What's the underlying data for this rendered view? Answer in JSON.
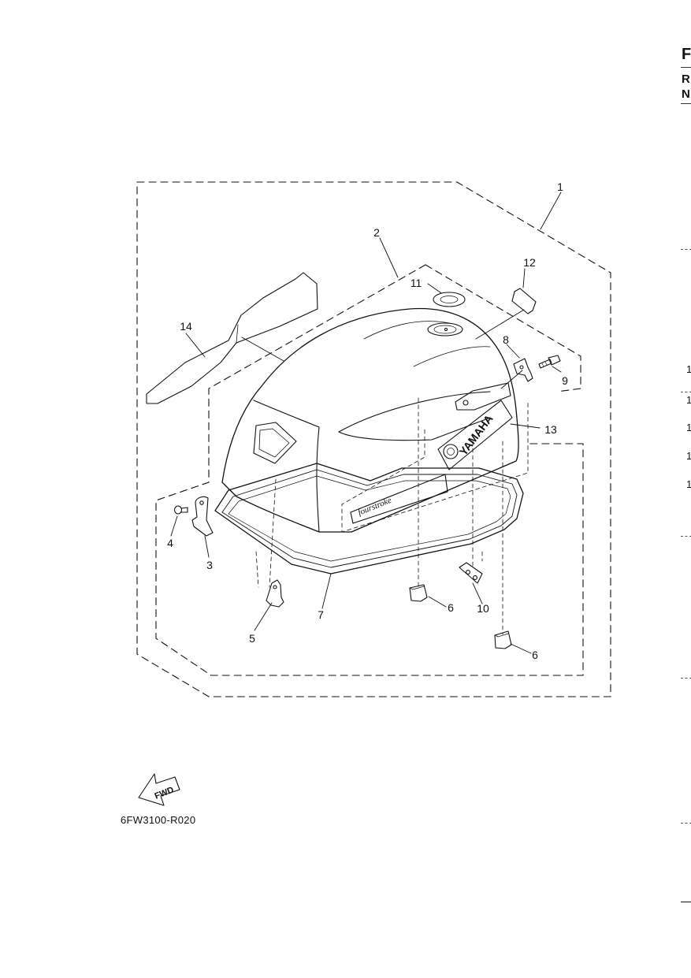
{
  "diagram_code": "6FW3100-R020",
  "fwd_label": "FWD",
  "brand_decal_text": "YAMAHA",
  "side_decal_text": "fourstroke",
  "callouts": [
    "1",
    "2",
    "3",
    "4",
    "5",
    "6",
    "6",
    "7",
    "8",
    "9",
    "10",
    "11",
    "12",
    "13",
    "14"
  ],
  "right_edge": {
    "heading": "F",
    "row1": "R",
    "row2": "N",
    "numbers": [
      "1",
      "1",
      "1",
      "1",
      "1"
    ]
  }
}
